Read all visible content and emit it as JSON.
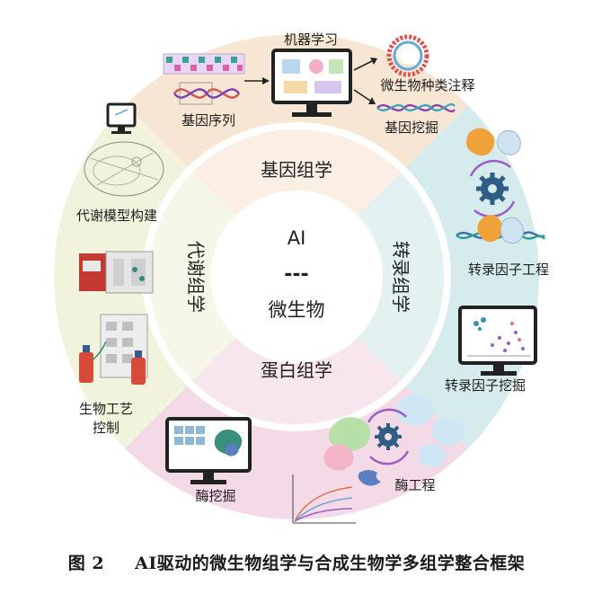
{
  "center": {
    "line1": "AI",
    "line2": "---",
    "line3": "微生物"
  },
  "omics": {
    "genomics": "基因组学",
    "transcriptomics": "转录组学",
    "proteomics": "蛋白组学",
    "metabolomics": "代谢组学"
  },
  "outer": {
    "machine_learning": "机器学习",
    "gene_sequence": "基因序列",
    "species_annotation": "微生物种类注释",
    "gene_mining": "基因挖掘",
    "tf_engineering": "转录因子工程",
    "tf_mining": "转录因子挖掘",
    "enzyme_engineering": "酶工程",
    "enzyme_mining": "酶挖掘",
    "bioprocess_control_1": "生物工艺",
    "bioprocess_control_2": "控制",
    "metabolic_model": "代谢模型构建"
  },
  "caption": {
    "number": "图 2",
    "text": "AI驱动的微生物组学与合成生物学多组学整合框架"
  }
}
